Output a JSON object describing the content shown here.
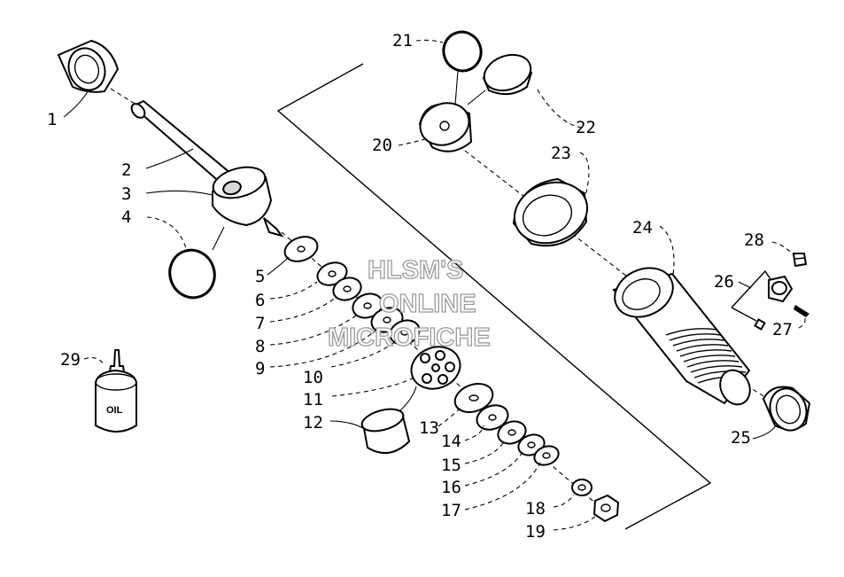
{
  "watermark": [
    "HLSM'S",
    "ONLINE",
    "MICROFICHE"
  ],
  "callouts": [
    "1",
    "2",
    "3",
    "4",
    "5",
    "6",
    "7",
    "8",
    "9",
    "10",
    "11",
    "12",
    "13",
    "14",
    "15",
    "16",
    "17",
    "18",
    "19",
    "20",
    "21",
    "22",
    "23",
    "24",
    "25",
    "26",
    "27",
    "28",
    "29"
  ],
  "oil_label": "OIL"
}
